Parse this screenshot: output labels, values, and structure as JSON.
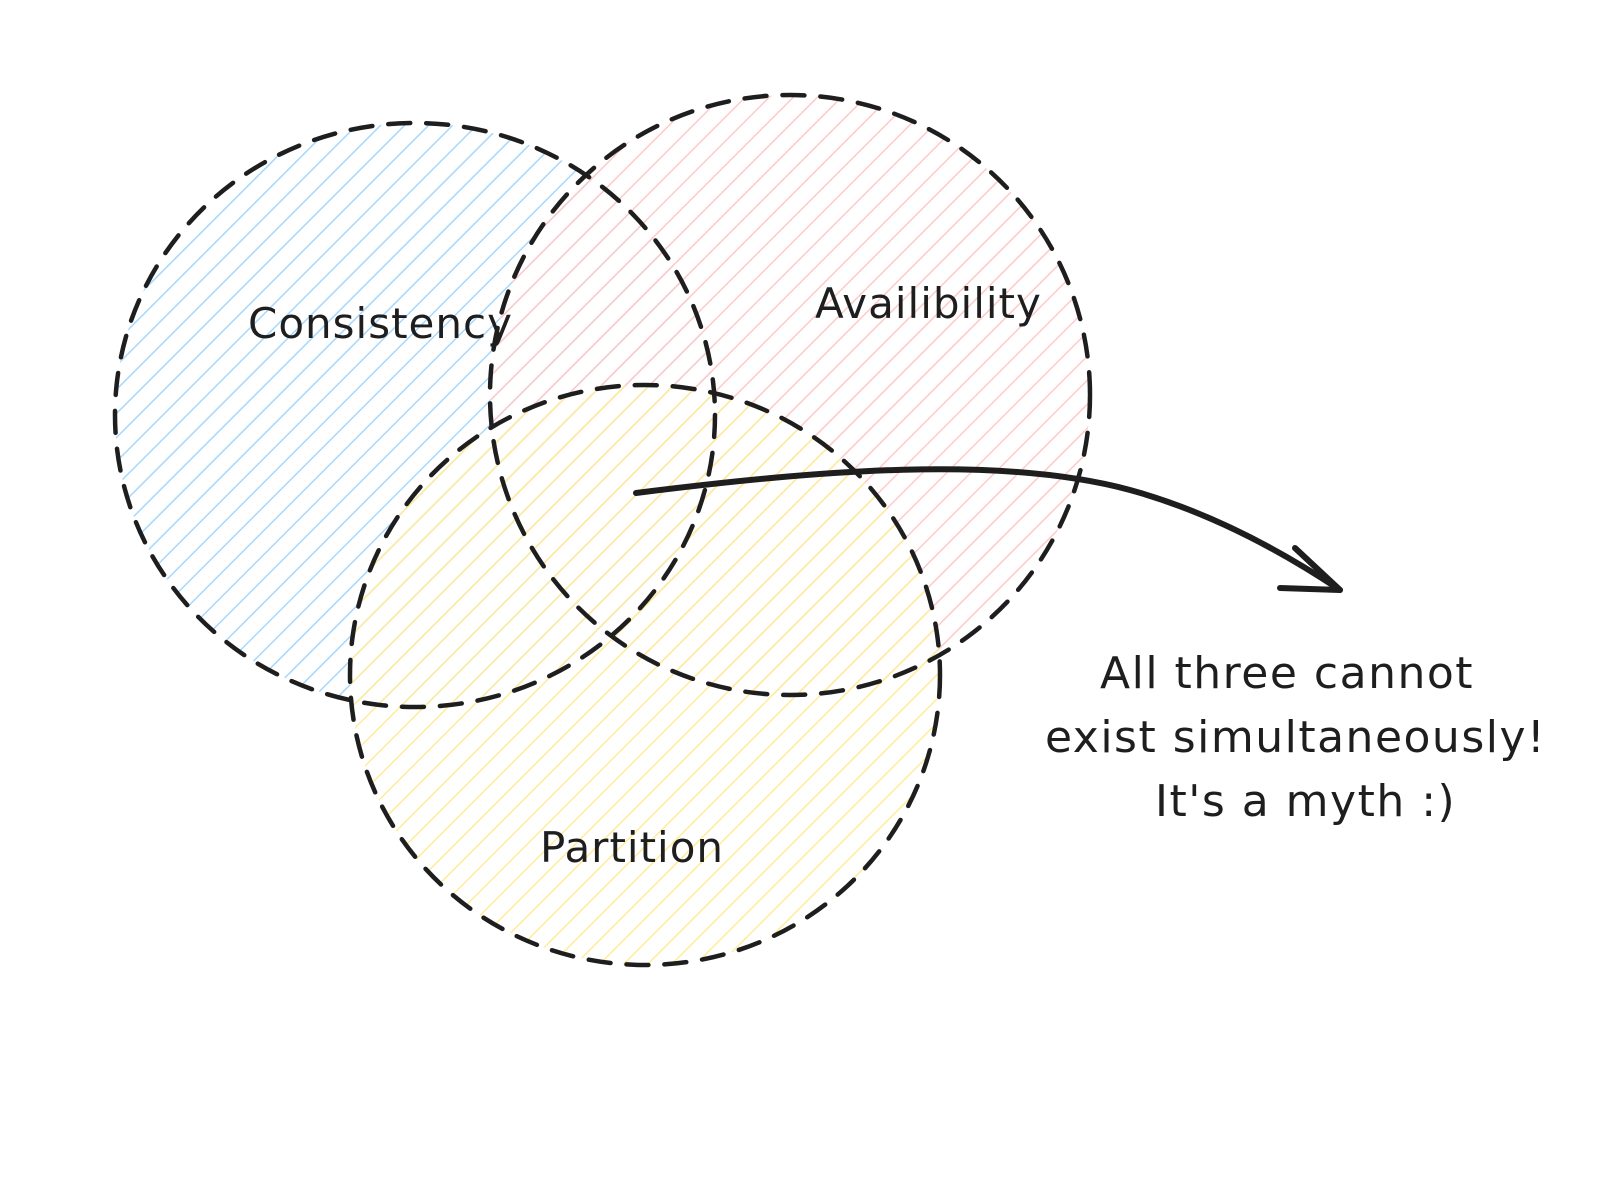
{
  "diagram": {
    "circles": [
      {
        "id": "consistency",
        "label": "Consistency",
        "color": "#a5d8ff"
      },
      {
        "id": "availability",
        "label": "Availibility",
        "color": "#ffc9c9"
      },
      {
        "id": "partition",
        "label": "Partition",
        "color": "#ffec99"
      }
    ],
    "note": {
      "lines": [
        "All three cannot",
        "exist simultaneously!",
        "It's a myth :)"
      ]
    },
    "stroke_color": "#1e1e1e"
  }
}
